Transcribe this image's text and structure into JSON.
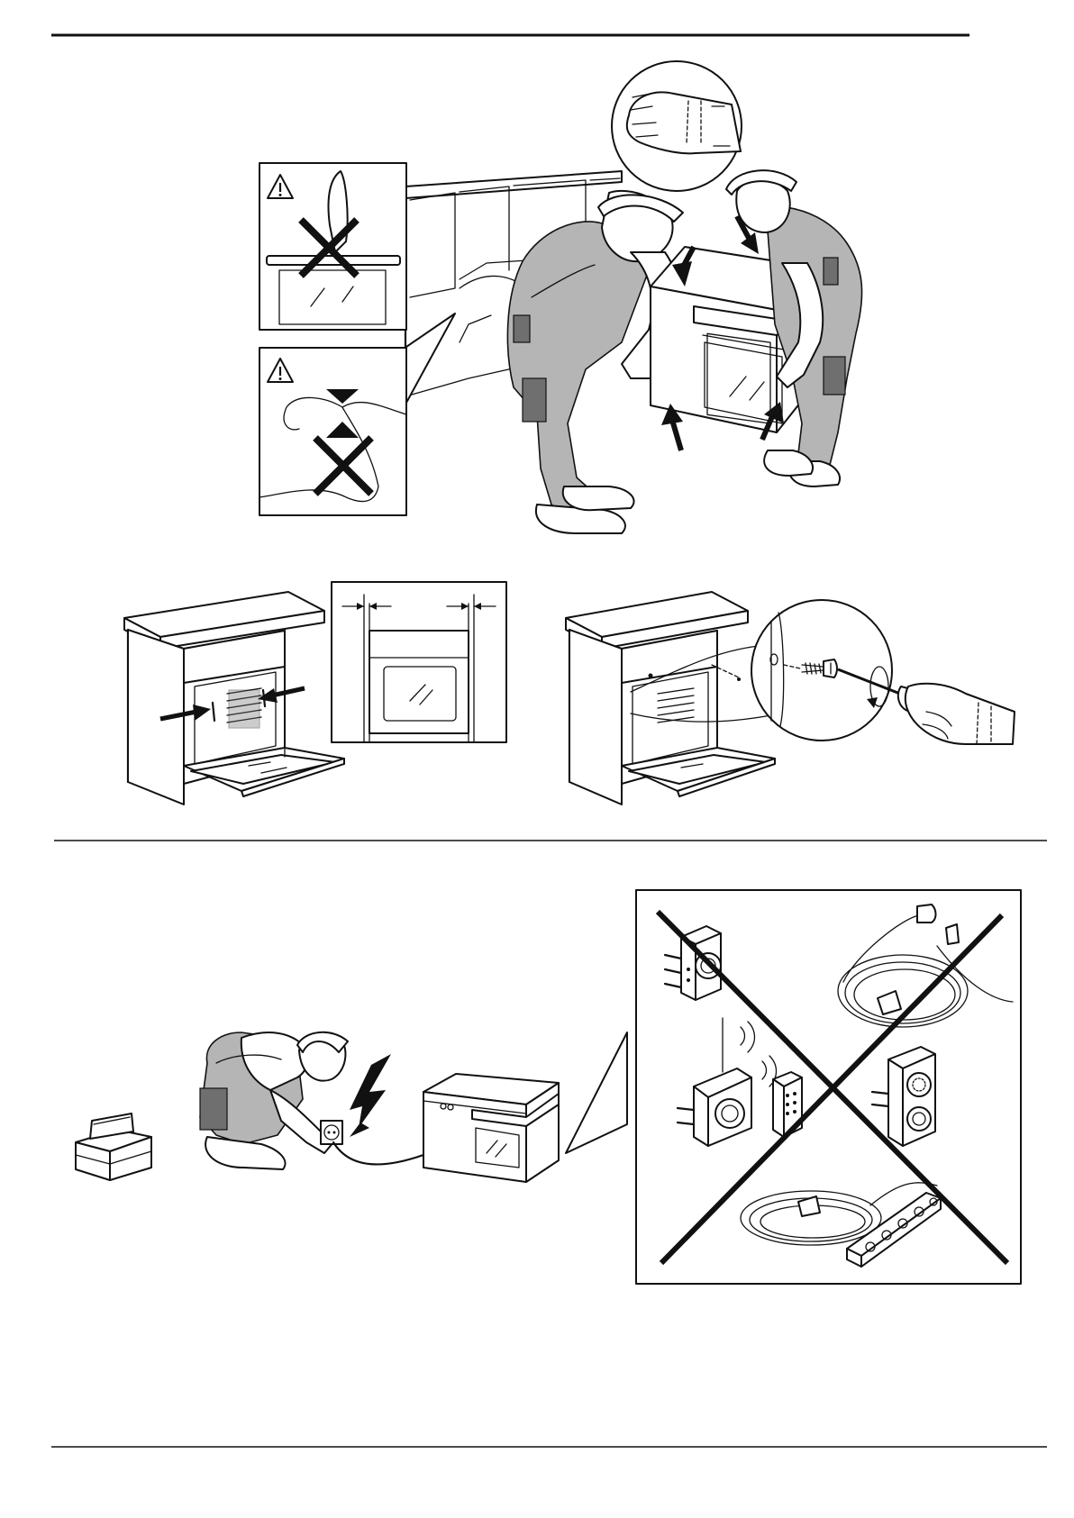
{
  "figures": [
    {
      "id": "lifting-oven",
      "icons": [
        "warning-icon",
        "gloves-icon",
        "no-handle-lift-icon",
        "no-pinch-cable-icon"
      ]
    },
    {
      "id": "fitting-oven",
      "icons": [
        "push-arrow-icon",
        "gap-arrow-icon"
      ]
    },
    {
      "id": "fixing-screw",
      "icons": [
        "screw-icon",
        "screwdriver-icon",
        "rotate-icon"
      ]
    },
    {
      "id": "electrical-connection",
      "icons": [
        "toolbox-icon",
        "lightning-icon",
        "socket-icon"
      ]
    },
    {
      "id": "no-adapters",
      "icons": [
        "adapter-icon",
        "extension-cable-icon",
        "timer-icon",
        "remote-socket-icon",
        "power-strip-icon",
        "cross-out-icon"
      ]
    }
  ]
}
